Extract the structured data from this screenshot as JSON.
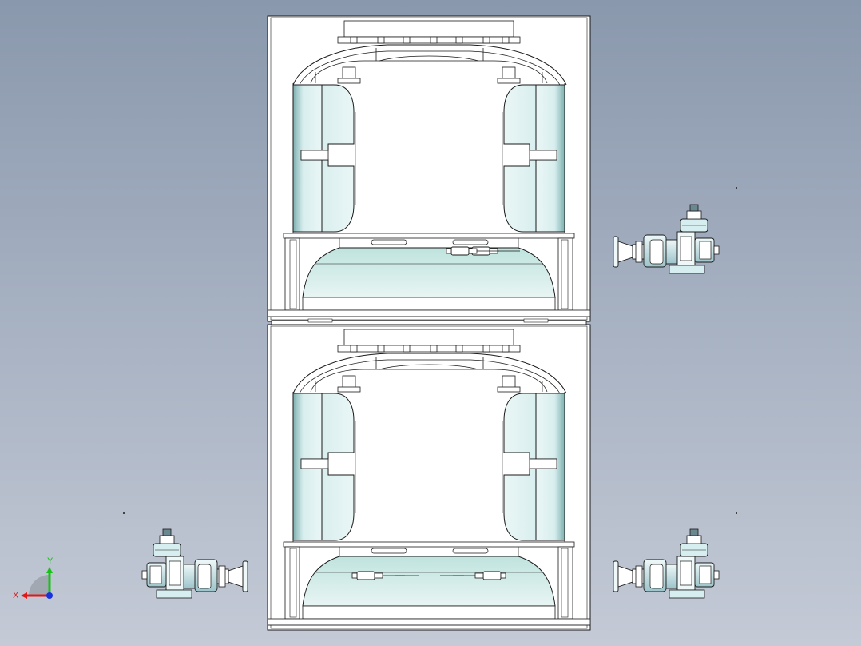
{
  "window": {
    "kind": "CAD drawing viewport",
    "background_top": "#8a98ad",
    "background_bottom": "#c4cad6"
  },
  "triad": {
    "x_label": "X",
    "y_label": "Y",
    "x_color": "#e01818",
    "y_color": "#18c018",
    "z_color": "#1830e0"
  },
  "colors": {
    "line": "#1a1a1a",
    "frame_fill": "#ffffff",
    "tank_fill": "#d6ecec",
    "tank_shade": "#9fc9c9",
    "basin_fill": "#cfe9e6",
    "gearbox_fill": "#d7eef0",
    "gearbox_dark": "#6a8890"
  },
  "assemblies": {
    "modules": [
      "upper-module",
      "lower-module"
    ],
    "drive_units": [
      "drive-unit-right-upper",
      "drive-unit-left-lower",
      "drive-unit-right-lower"
    ]
  }
}
